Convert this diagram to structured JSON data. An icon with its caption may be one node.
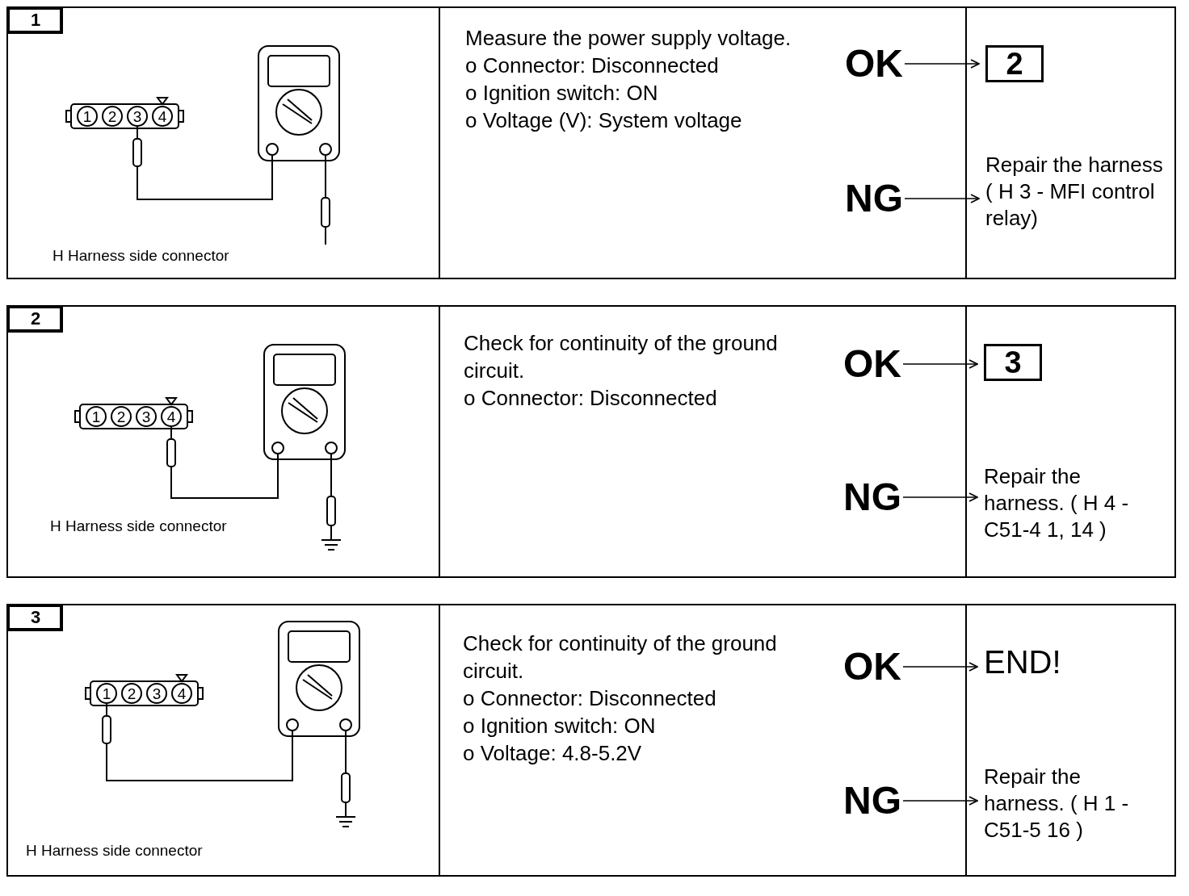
{
  "diagram": {
    "nodes": [
      {
        "text": [
          "1"
        ]
      },
      {
        "text": [
          "OK"
        ]
      },
      {
        "text": [
          "2"
        ]
      },
      {
        "text": [
          "NG"
        ]
      },
      {
        "text": [
          "Repair the harness",
          "( H 3 - MFI control relay)"
        ]
      },
      {
        "text": [
          "2"
        ]
      },
      {
        "text": [
          "OK"
        ]
      },
      {
        "text": [
          "3"
        ]
      },
      {
        "text": [
          "NG"
        ]
      },
      {
        "text": [
          "Repair the harness.",
          "( H 4 - C51-4 1, 14 )"
        ]
      },
      {
        "text": [
          "3"
        ]
      },
      {
        "text": [
          "OK"
        ]
      },
      {
        "text": [
          "END!"
        ]
      },
      {
        "text": [
          "NG"
        ]
      },
      {
        "text": [
          "Repair the harness.",
          "( H 1 - C51-5 16 )"
        ]
      }
    ],
    "edges": [
      {
        "from": 1,
        "to": 2,
        "arrow": "to"
      },
      {
        "from": 3,
        "to": 4,
        "arrow": "to"
      },
      {
        "from": 6,
        "to": 7,
        "arrow": "to"
      },
      {
        "from": 8,
        "to": 9,
        "arrow": "to"
      },
      {
        "from": 11,
        "to": 12,
        "arrow": "to"
      },
      {
        "from": 13,
        "to": 14,
        "arrow": "to"
      }
    ],
    "labels": [
      "1",
      "2",
      "3",
      "4",
      "H Harness side connector",
      "Measure the power supply voltage.",
      "o Connector: Disconnected",
      "o Ignition switch: ON",
      "o Voltage (V): System voltage",
      "1",
      "2",
      "3",
      "4",
      "H Harness side connector",
      "Check for continuity of the ground circuit.",
      "o Connector: Disconnected",
      "1",
      "2",
      "3",
      "4",
      "H Harness side connector",
      "Check for continuity of the ground circuit.",
      "o Connector: Disconnected",
      "o Ignition switch: ON",
      "o Voltage: 4.8-5.2V"
    ]
  }
}
